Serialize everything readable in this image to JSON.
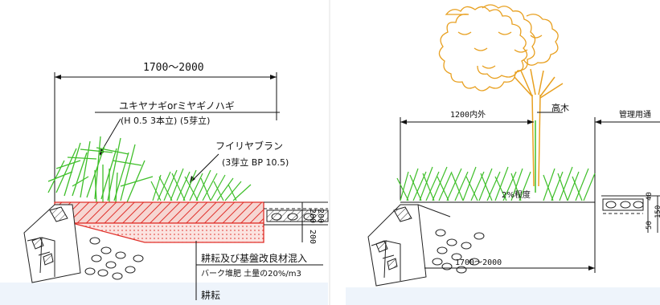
{
  "left_panel": {
    "dim_width": "1700～2000",
    "plant1_name": "ユキヤナギorミヤギノハギ",
    "plant1_spec": "(H 0.5 3本立) (5芽立)",
    "plant2_name": "フイリヤブラン",
    "plant2_spec": "(3芽立  BP 10.5)",
    "dim_200a": "200",
    "dim_200b": "200",
    "dim_200c": "200",
    "note1": "耕耘及び基盤改良材混入",
    "note2": "バーク堆肥 土量の20%/m3",
    "note3": "耕耘"
  },
  "right_panel": {
    "dim_left": "1200内外",
    "tree_label": "高木",
    "road_label": "管理用通",
    "slope_label": "2%程度",
    "dim_bottom": "1700～2000",
    "dim_40": "40",
    "dim_50": "50",
    "dim_150": "150"
  },
  "colors": {
    "soil_hatch": "#e0302a",
    "grass": "#3fbf2a",
    "tree": "#e8a020",
    "line": "#111111",
    "panel_bg": "#eef4fb"
  }
}
